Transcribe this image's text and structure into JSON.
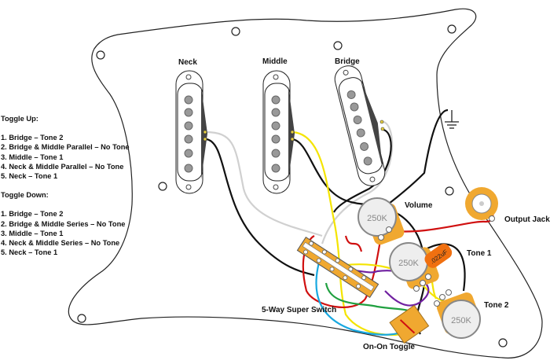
{
  "labels": {
    "neck": "Neck",
    "middle": "Middle",
    "bridge": "Bridge",
    "volume": "Volume",
    "output_jack": "Output Jack",
    "tone1": "Tone 1",
    "tone2": "Tone 2",
    "switch": "5-Way Super Switch",
    "toggle": "On-On Toggle"
  },
  "pots": {
    "volume_value": "250K",
    "tone1_value": "250K",
    "tone2_value": "250K"
  },
  "capacitor": ".022uF",
  "legend": {
    "toggle_up_title": "Toggle Up:",
    "toggle_up": [
      "1. Bridge – Tone 2",
      "2. Bridge & Middle Parallel – No Tone",
      "3. Middle – Tone 1",
      "4. Neck & Middle Parallel – No Tone",
      "5. Neck – Tone 1"
    ],
    "toggle_down_title": "Toggle Down:",
    "toggle_down": [
      "1. Bridge – Tone 2",
      "2. Bridge & Middle Series – No Tone",
      "3. Middle – Tone 1",
      "4. Neck & Middle Series – No Tone",
      "5. Neck – Tone 1"
    ]
  },
  "colors": {
    "pot_body": "#f0a830",
    "capacitor": "#f07010",
    "wire_red": "#d01010",
    "wire_yellow": "#f4e400",
    "wire_blue": "#18a8e0",
    "wire_green": "#20a040",
    "wire_purple": "#7020a0",
    "wire_white": "#d0d0d0",
    "wire_black": "#111111"
  }
}
